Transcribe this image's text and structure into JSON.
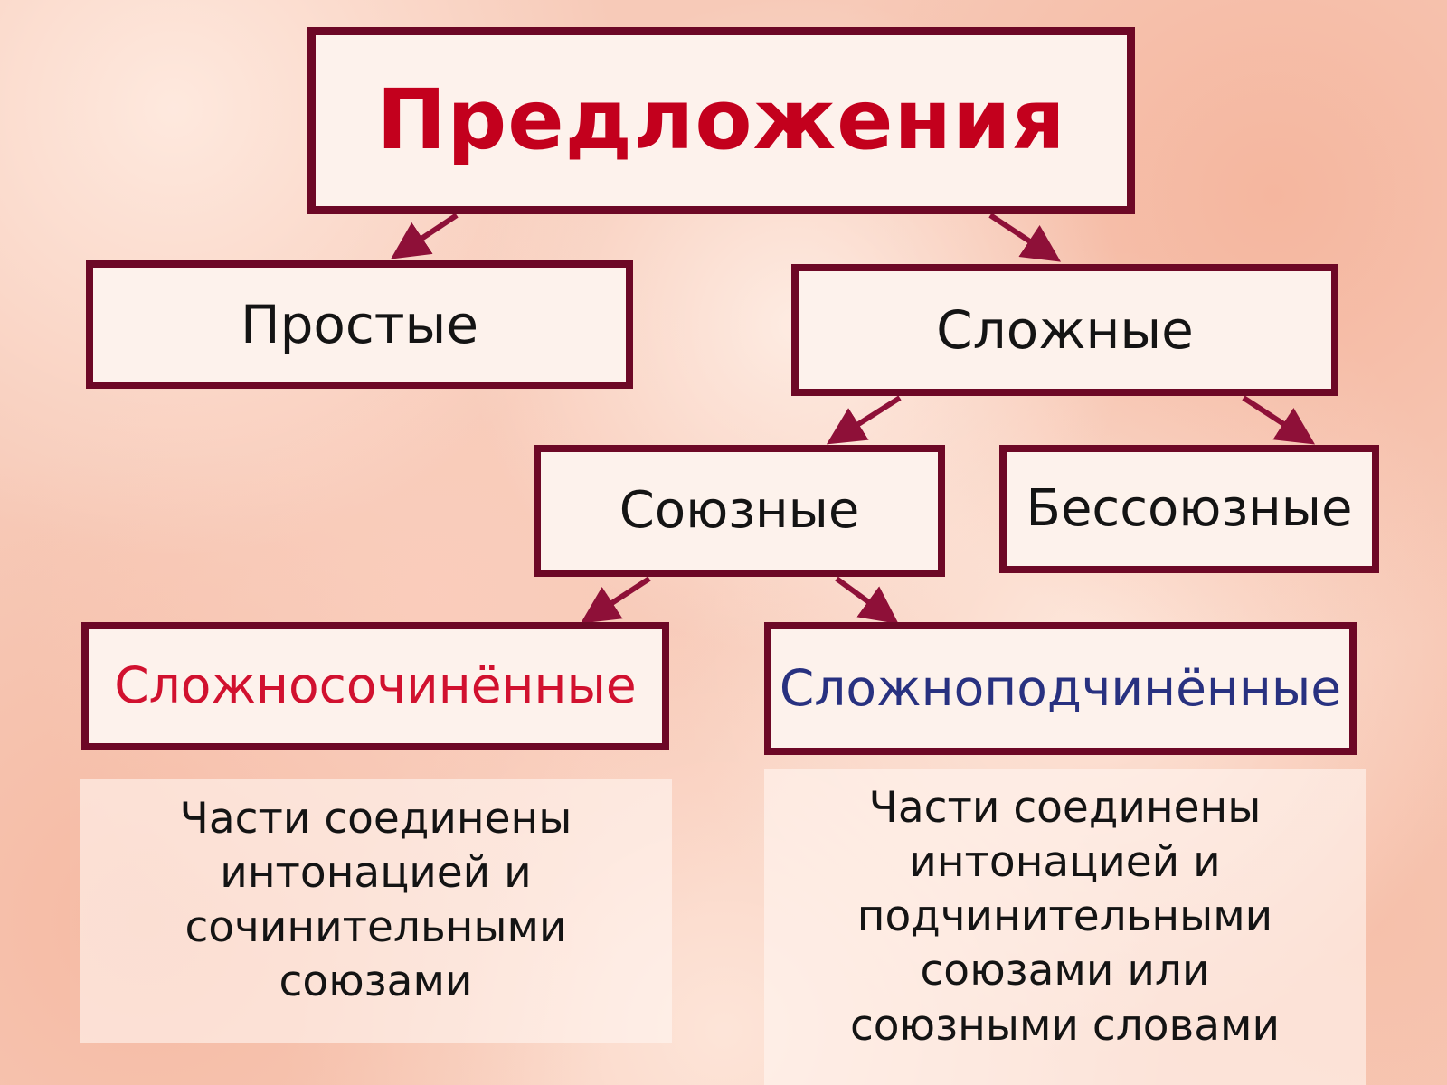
{
  "diagram": {
    "title": "Предложения",
    "nodes": [
      {
        "id": "simple",
        "label": "Простые"
      },
      {
        "id": "complex",
        "label": "Сложные"
      },
      {
        "id": "conjunctional",
        "label": "Союзные"
      },
      {
        "id": "asyndetic",
        "label": "Бессоюзные"
      },
      {
        "id": "compound",
        "label": "Сложносочинённые"
      },
      {
        "id": "subordinate",
        "label": "Сложноподчинённые"
      }
    ],
    "notes": [
      {
        "id": "compound-note",
        "text": "Части соединены\nинтонацией и\nсочинительными\nсоюзами"
      },
      {
        "id": "subordinate-note",
        "text": "Части соединены\nинтонацией и\nподчинительными\nсоюзами или\nсоюзными словами"
      }
    ],
    "colors": {
      "background": "#f7cab8",
      "box_border": "#6d0826",
      "box_background": "#fdf2ec",
      "title_text": "#c3001d",
      "label_text": "#141414",
      "compound_text": "#d1112f",
      "subordinate_text": "#283180",
      "arrow": "#8e1038"
    }
  }
}
